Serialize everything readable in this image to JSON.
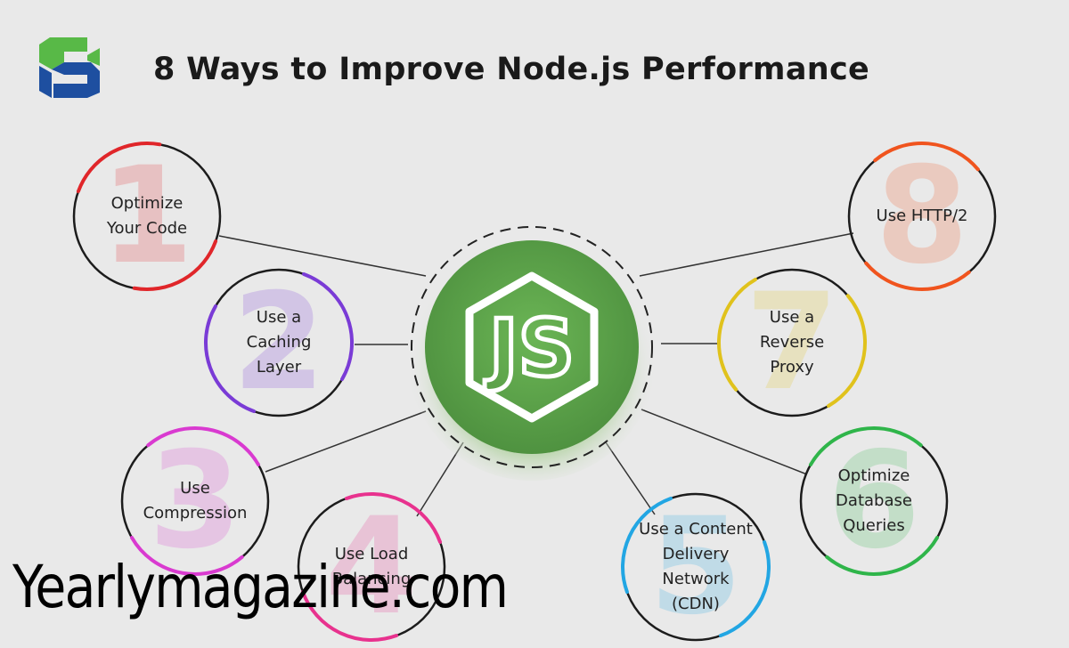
{
  "title": "8 Ways to Improve Node.js Performance",
  "hub": {
    "text": "JS",
    "icon": "nodejs-hexagon-icon",
    "color": "#5a9e47"
  },
  "logo": {
    "icon": "brand-s-logo-icon",
    "colors": [
      "#1e4fa0",
      "#58b947"
    ]
  },
  "ways": [
    {
      "number": "1",
      "label": "Optimize\nYour Code",
      "color": "#e0262a"
    },
    {
      "number": "2",
      "label": "Use a\nCaching\nLayer",
      "color": "#7a3bd6"
    },
    {
      "number": "3",
      "label": "Use\nCompression",
      "color": "#d93ad0"
    },
    {
      "number": "4",
      "label": "Use Load\nBalancing",
      "color": "#e8328e"
    },
    {
      "number": "5",
      "label": "Use a Content\nDelivery\nNetwork\n(CDN)",
      "color": "#22a6e3"
    },
    {
      "number": "6",
      "label": "Optimize\nDatabase\nQueries",
      "color": "#2fb54a"
    },
    {
      "number": "7",
      "label": "Use a\nReverse\nProxy",
      "color": "#e0c21c"
    },
    {
      "number": "8",
      "label": "Use HTTP/2",
      "color": "#f0541e"
    }
  ],
  "watermark": "Yearlymagazine.com"
}
